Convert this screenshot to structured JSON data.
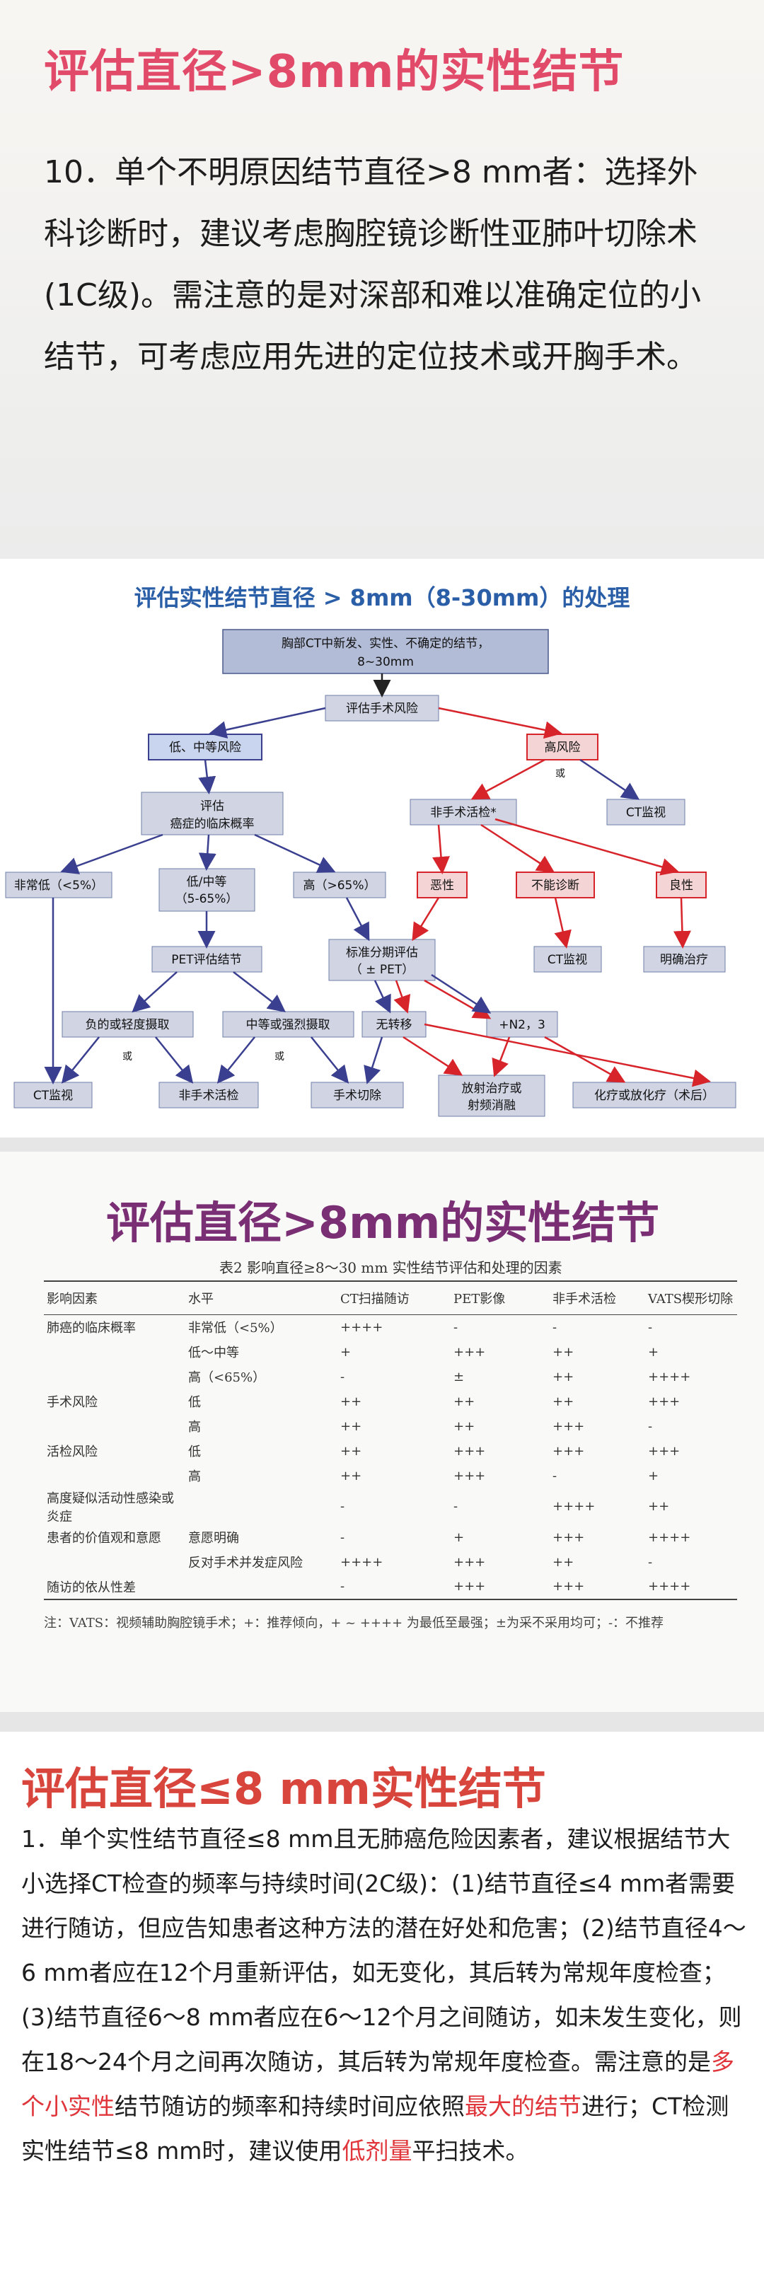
{
  "section1": {
    "title": "评估直径>8mm的实性结节",
    "body": "10．单个不明原因结节直径>8 mm者：选择外科诊断时，建议考虑胸腔镜诊断性亚肺叶切除术(1C级)。需注意的是对深部和难以准确定位的小结节，可考虑应用先进的定位技术或开胸手术。"
  },
  "flowchart": {
    "title": "评估实性结节直径 > 8mm（8-30mm）的处理",
    "nodes": {
      "start_l1": "胸部CT中新发、实性、不确定的结节，",
      "start_l2": "8~30mm",
      "surgical_risk": "评估手术风险",
      "low_mid_risk": "低、中等风险",
      "high_risk": "高风险",
      "or_1": "或",
      "ct_monitor_top": "CT监视",
      "eval_l1": "评估",
      "eval_l2": "癌症的临床概率",
      "nonsurg_bx_star": "非手术活检*",
      "very_low": "非常低（<5%）",
      "low_mid_l1": "低/中等",
      "low_mid_l2": "（5-65%）",
      "high_prob": "高（>65%）",
      "malignant": "恶性",
      "nondiag": "不能诊断",
      "benign": "良性",
      "pet_eval": "PET评估结节",
      "staging_l1": "标准分期评估",
      "staging_l2": "（ ± PET）",
      "ct_monitor_mid": "CT监视",
      "definitive_tx": "明确治疗",
      "neg_uptake": "负的或轻度摄取",
      "mod_uptake": "中等或强烈摄取",
      "no_mets": "无转移",
      "n2n3": "+N2，3",
      "or_2": "或",
      "or_3": "或",
      "ct_monitor_bottom": "CT监视",
      "nonsurg_bx": "非手术活检",
      "resection": "手术切除",
      "rt_l1": "放射治疗或",
      "rt_l2": "射频消融",
      "chemo": "化疗或放化疗（术后）"
    }
  },
  "section3": {
    "title": "评估直径>8mm的实性结节",
    "caption": "表2  影响直径≥8～30 mm 实性结节评估和处理的因素",
    "headers": [
      "影响因素",
      "水平",
      "CT扫描随访",
      "PET影像",
      "非手术活检",
      "VATS楔形切除"
    ],
    "rows": [
      [
        "肺癌的临床概率",
        "非常低（<5%）",
        "++++",
        "-",
        "-",
        "-"
      ],
      [
        "",
        "低～中等",
        "+",
        "+++",
        "++",
        "+"
      ],
      [
        "",
        "高（<65%）",
        "-",
        "±",
        "++",
        "++++"
      ],
      [
        "手术风险",
        "低",
        "++",
        "++",
        "++",
        "+++"
      ],
      [
        "",
        "高",
        "++",
        "++",
        "+++",
        "-"
      ],
      [
        "活检风险",
        "低",
        "++",
        "+++",
        "+++",
        "+++"
      ],
      [
        "",
        "高",
        "++",
        "+++",
        "-",
        "+"
      ],
      [
        "高度疑似活动性感染或炎症",
        "",
        "-",
        "-",
        "++++",
        "++"
      ],
      [
        "患者的价值观和意愿",
        "意愿明确",
        "-",
        "+",
        "+++",
        "++++"
      ],
      [
        "",
        "反对手术并发症风险",
        "++++",
        "+++",
        "++",
        "-"
      ],
      [
        "随访的依从性差",
        "",
        "-",
        "+++",
        "+++",
        "++++"
      ]
    ],
    "note": "注：VATS：视频辅助胸腔镜手术；+：推荐倾向，+ ~ ++++ 为最低至最强；±为采不采用均可；-：不推荐"
  },
  "section4": {
    "title": "评估直径≤8 mm实性结节",
    "body_part1": "1．单个实性结节直径≤8 mm且无肺癌危险因素者，建议根据结节大小选择CT检查的频率与持续时间(2C级)：(1)结节直径≤4 mm者需要进行随访，但应告知患者这种方法的潜在好处和危害；(2)结节直径4～6 mm者应在12个月重新评估，如无变化，其后转为常规年度检查；(3)结节直径6～8 mm者应在6～12个月之间随访，如未发生变化，则在18～24个月之间再次随访，其后转为常规年度检查。需注意的是",
    "hl1": "多个小实性",
    "body_part2": "结节随访的频率和持续时间应依照",
    "hl2": "最大的结节",
    "body_part3": "进行；CT检测实性结节≤8 mm时，建议使用",
    "hl3": "低剂量",
    "body_part4": "平扫技术。"
  },
  "colors": {
    "title_pink": "#e24a6a",
    "flow_title_blue": "#2a5fa8",
    "blue_arrow": "#3a3f8f",
    "red_arrow": "#d7232a",
    "section3_purple": "#7a2f74",
    "section4_red": "#d8453d"
  }
}
